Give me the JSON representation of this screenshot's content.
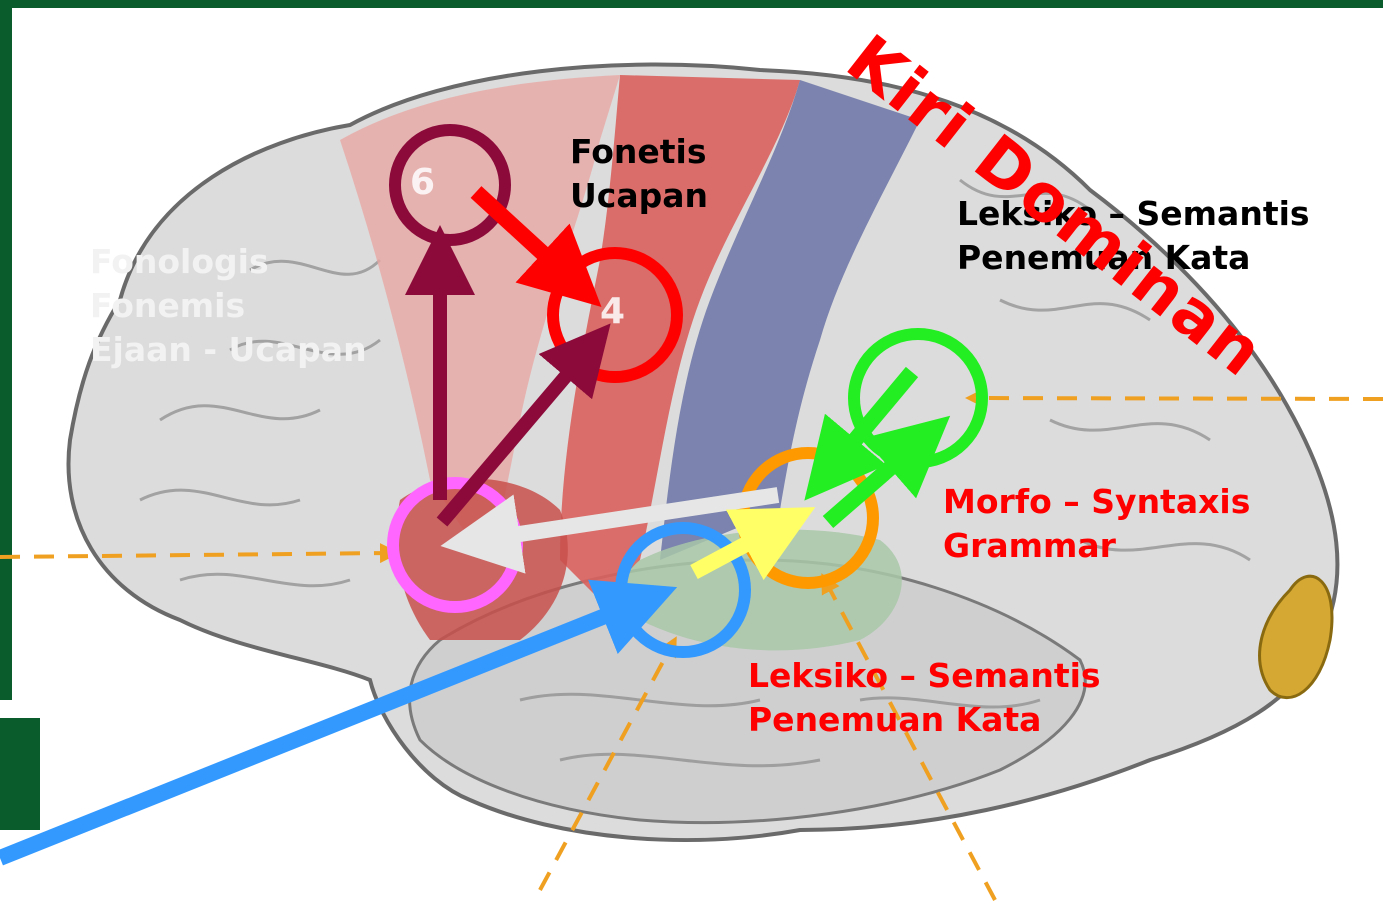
{
  "title": "Kiri Dominan",
  "areas": {
    "six": "6",
    "four": "4"
  },
  "labels": {
    "fonetis": [
      "Fonetis",
      "Ucapan"
    ],
    "leksiko_top": [
      "Leksiko – Semantis",
      "Penemuan Kata"
    ],
    "fonologis": [
      "Fonologis",
      "Fonemis",
      "Ejaan - Ucapan"
    ],
    "morfo": [
      "Morfo – Syntaxis",
      "Grammar"
    ],
    "leksiko_bottom": [
      "Leksiko – Semantis",
      "Penemuan Kata"
    ]
  },
  "colors": {
    "green_frame": "#0a5c2c",
    "area6": "#8b0a3a",
    "area4": "#ff0000",
    "broca": "#ff66ff",
    "wernicke_blue": "#3399ff",
    "orange_circle": "#ff9900",
    "green_circle": "#22ee22",
    "yellow_arrow": "#ffff66",
    "white_arrow": "#e6e6e6",
    "dashed": "#f0a020",
    "label_red": "#ff0000",
    "label_black": "#000000"
  }
}
